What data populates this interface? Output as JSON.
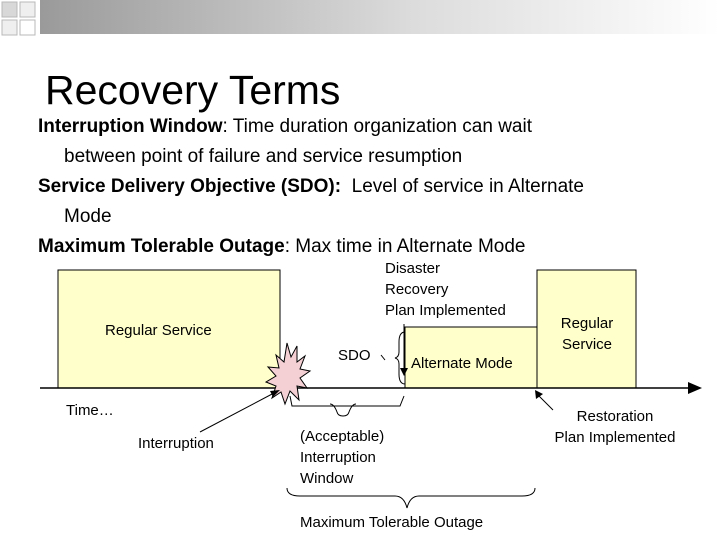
{
  "slide": {
    "title": "Recovery Terms",
    "bullets": [
      {
        "term": "Interruption Window",
        "text_line1": ": Time duration organization can wait",
        "text_line2": "between point of failure and service resumption"
      },
      {
        "term": "Service Delivery Objective (SDO):",
        "text_line1": "  Level of service in Alternate",
        "text_line2": "Mode"
      },
      {
        "term": "Maximum Tolerable Outage",
        "text_line1": ": Max time in Alternate Mode",
        "text_line2": ""
      }
    ]
  },
  "diagram": {
    "regular_service_left": "Regular Service",
    "regular_service_right_line1": "Regular",
    "regular_service_right_line2": "Service",
    "disaster_line1": "Disaster",
    "disaster_line2": "Recovery",
    "disaster_line3": "Plan Implemented",
    "sdo": "SDO",
    "alternate_mode": "Alternate Mode",
    "time_label": "Time…",
    "interruption": "Interruption",
    "acceptable_line1": "(Acceptable)",
    "acceptable_line2": "Interruption",
    "acceptable_line3": "Window",
    "restoration_line1": "Restoration",
    "restoration_line2": "Plan Implemented",
    "mto": "Maximum Tolerable Outage"
  },
  "colors": {
    "box_fill": "#ffffcc",
    "burst_fill": "#f4d0d4",
    "corner_square": "#c9c9c9"
  },
  "icons": [
    "explosion-burst-icon",
    "corner-squares-decoration"
  ]
}
